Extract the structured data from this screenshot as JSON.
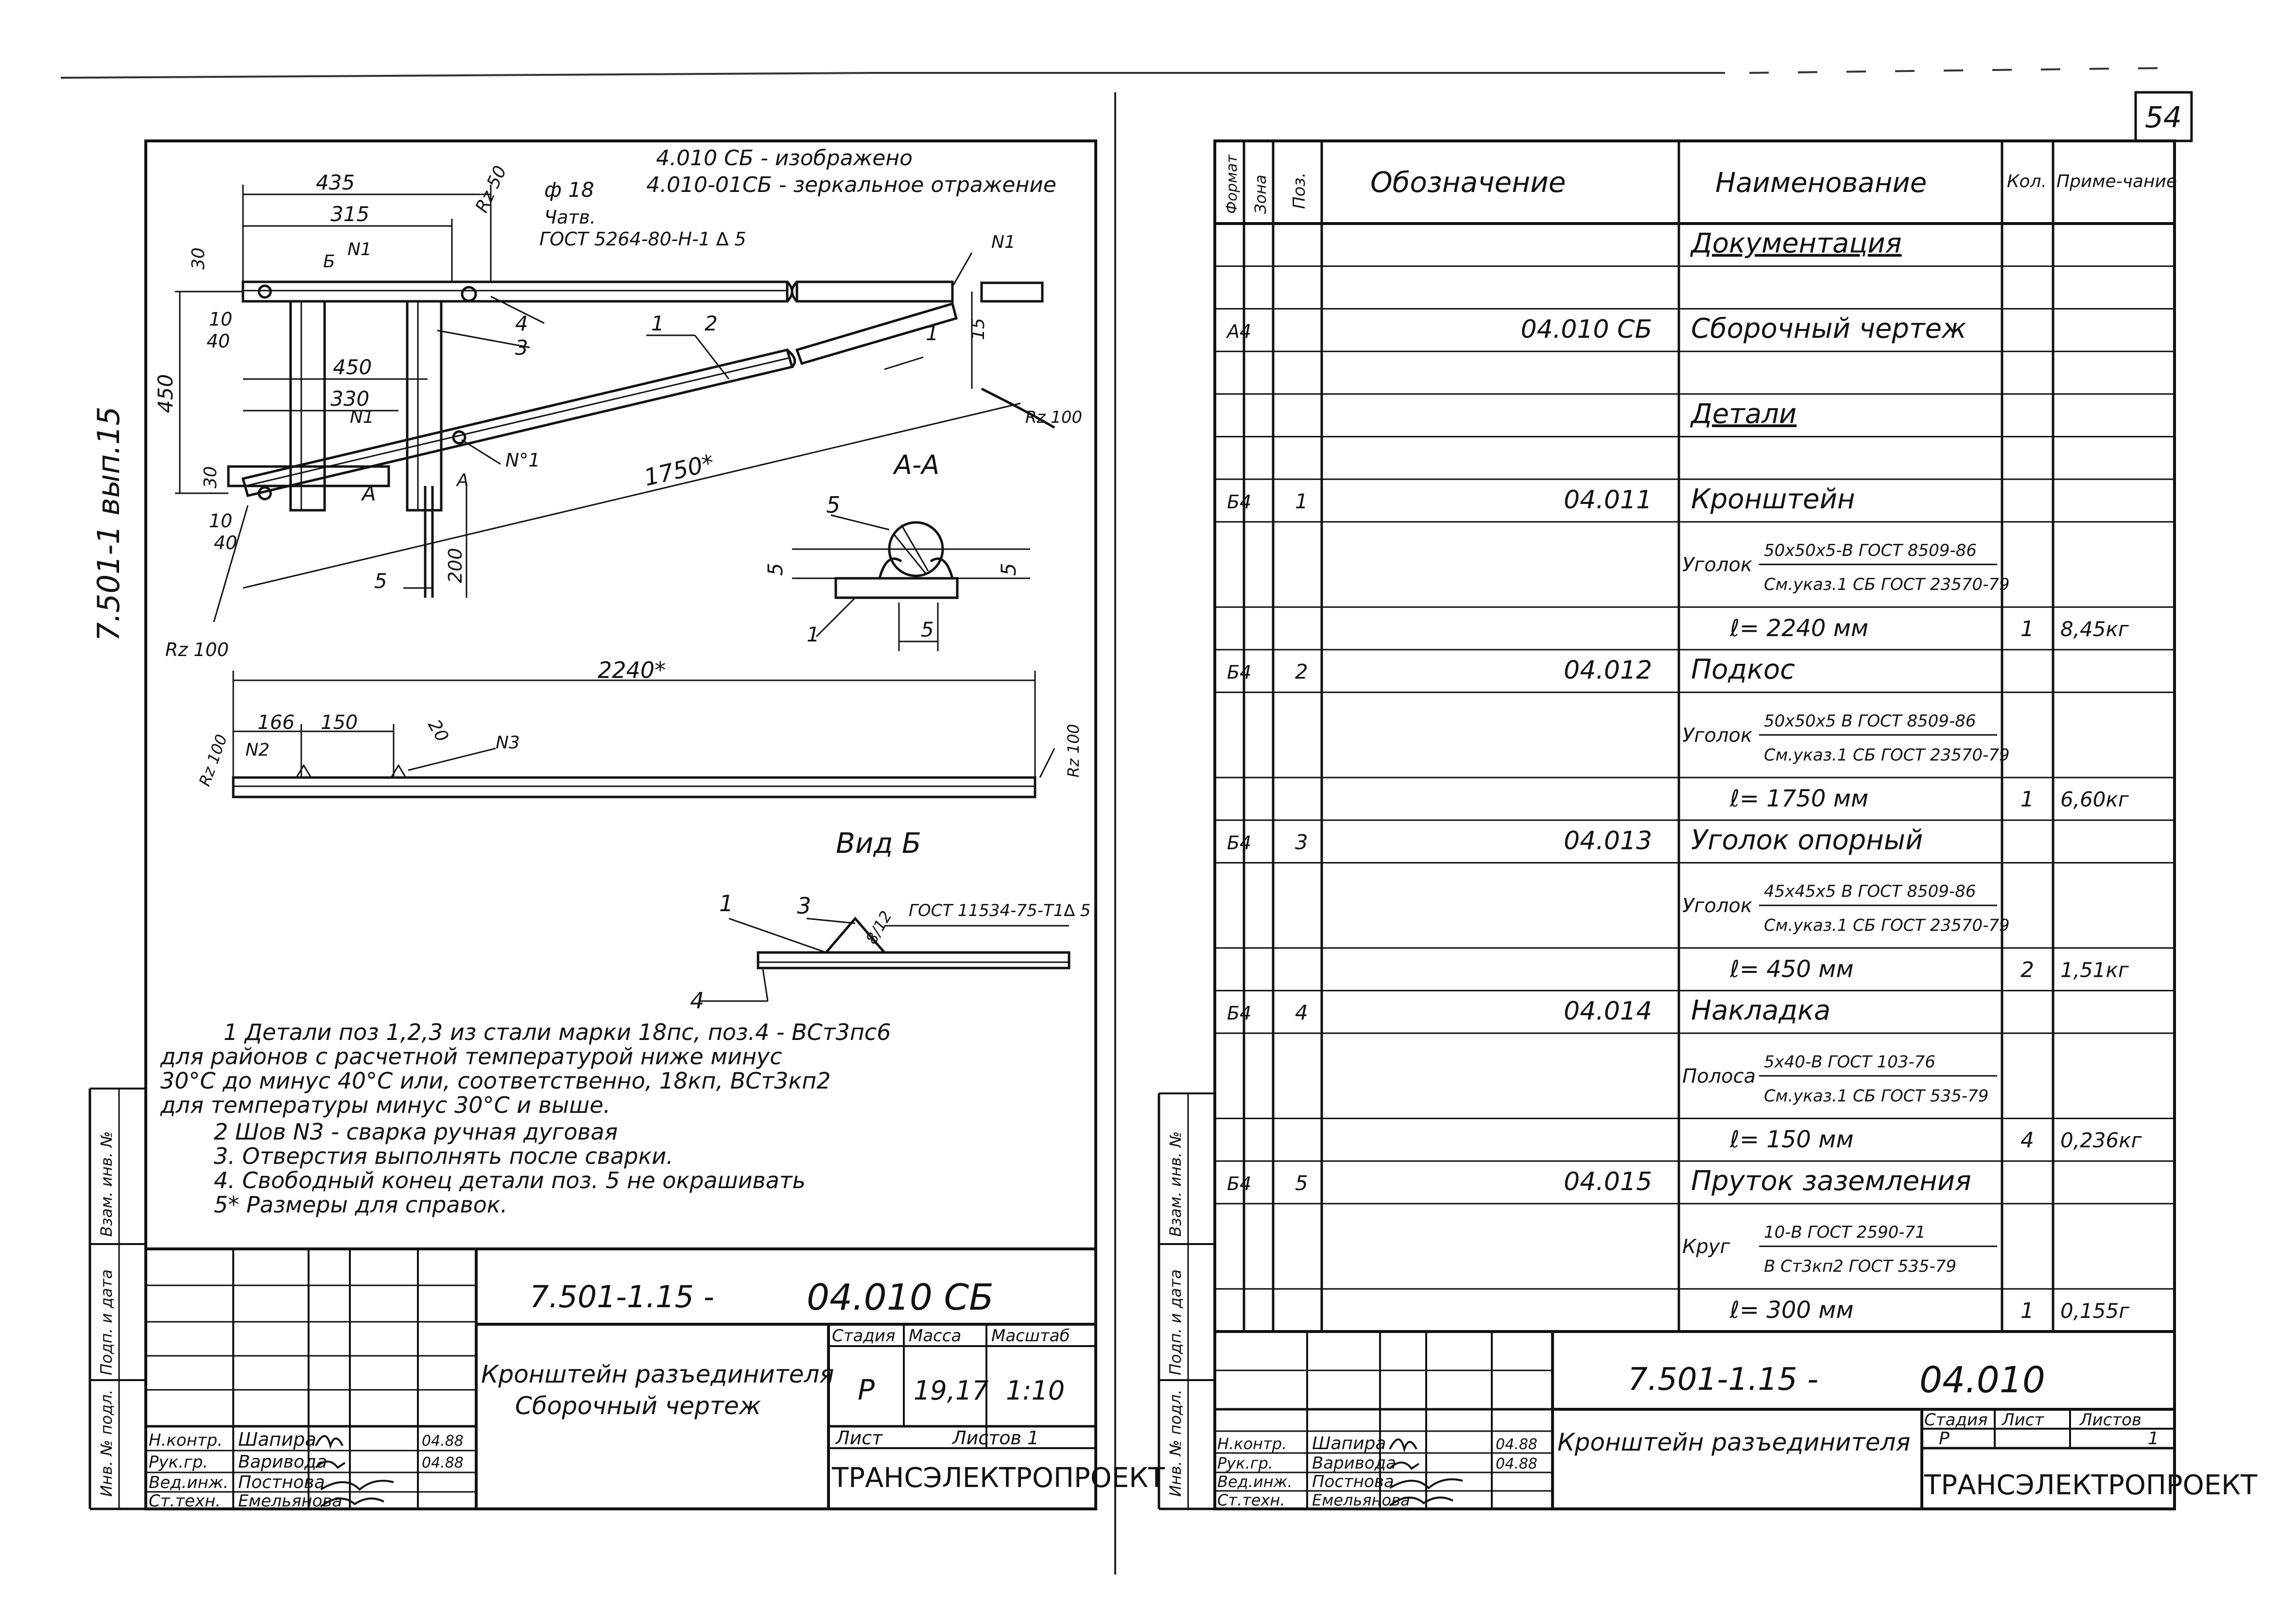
{
  "page_number": "54",
  "left_sheet": {
    "side_label": "7.501-1 вып.15",
    "notes_header": {
      "line1": "4.010 СБ - изображено",
      "line2": "4.010-01СБ - зеркальное отражение"
    },
    "drawing_labels": {
      "d435": "435",
      "d315": "315",
      "rz50": "Rz 50",
      "phi18": "ф 18",
      "chatv": "Чатв.",
      "gost_weld1": "ГОСТ 5264-80-Н-1 ∆ 5",
      "n1_a": "N1",
      "n1_b": "N1",
      "n1_c": "N1",
      "n1_d": "N°1",
      "pos1": "1",
      "pos2": "2",
      "pos3": "3",
      "pos4": "4",
      "pos5": "5",
      "b_mark": "Б",
      "a_mark1": "А",
      "a_mark2": "А",
      "d30": "30",
      "d10a": "10",
      "d40a": "40",
      "d450v": "450",
      "d450": "450",
      "d330": "330",
      "d30b": "30",
      "d10b": "10",
      "d40b": "40",
      "d1750": "1750*",
      "d200": "200",
      "rz100a": "Rz 100",
      "rz100b": "Rz 100",
      "d15": "15",
      "section_aa": "А-А",
      "sec_5a": "5",
      "sec_5b": "5",
      "sec_5c": "5",
      "sec_5d": "5",
      "sec_1": "1",
      "d2240": "2240*",
      "d166": "166",
      "d150": "150",
      "d20": "20",
      "n2": "N2",
      "n3": "N3",
      "rz100c": "Rz 100",
      "rz100d": "Rz 100",
      "view_b": "Вид Б",
      "vb_1": "1",
      "vb_3": "3",
      "vb_8": "8/12",
      "vb_gost": "ГОСТ 11534-75-Т1∆ 5",
      "vb_4": "4"
    },
    "notes": [
      "1 Детали поз 1,2,3 из стали марки 18пс, поз.4 - ВСт3пс6",
      "для районов с расчетной температурой ниже минус",
      "30°С до минус 40°С или, соответственно, 18кп, ВСт3кп2",
      "для температуры минус 30°С и выше.",
      "2 Шов N3 - сварка ручная дуговая",
      "3. Отверстия выполнять после сварки.",
      "4. Свободный конец детали поз. 5 не окрашивать",
      "5* Размеры для справок."
    ],
    "side_stamps": [
      "Инв. № подл.",
      "Подп. и дата",
      "Взам. инв. №"
    ],
    "title_block": {
      "designation": "7.501-1.15 -",
      "code": "04.010 СБ",
      "name_line1": "Кронштейн разъединителя",
      "name_line2": "Сборочный чертеж",
      "hdr_stage": "Стадия",
      "hdr_mass": "Масса",
      "hdr_scale": "Масштаб",
      "stage": "Р",
      "mass": "19,17",
      "scale": "1:10",
      "sheet": "Лист",
      "sheets": "Листов 1",
      "org": "ТРАНСЭЛЕКТРОПРОЕКТ",
      "people": [
        {
          "role": "Н.контр.",
          "name": "Шапира",
          "date": "04.88"
        },
        {
          "role": "Рук.гр.",
          "name": "Варивода",
          "date": "04.88"
        },
        {
          "role": "Вед.инж.",
          "name": "Постнова",
          "date": ""
        },
        {
          "role": "Ст.техн.",
          "name": "Емельянова",
          "date": ""
        }
      ]
    }
  },
  "right_sheet": {
    "spec_headers": {
      "format": "Формат",
      "zone": "Зона",
      "pos": "Поз.",
      "designation": "Обозначение",
      "name": "Наименование",
      "qty": "Кол.",
      "note": "Приме-чание"
    },
    "rows": [
      {
        "format": "",
        "pos": "",
        "designation": "",
        "name": "Документация",
        "qty": "",
        "note": "",
        "underline": true
      },
      {
        "format": "",
        "pos": "",
        "designation": "",
        "name": "",
        "qty": "",
        "note": ""
      },
      {
        "format": "А4",
        "pos": "",
        "designation": "04.010 СБ",
        "name": "Сборочный чертеж",
        "qty": "",
        "note": ""
      },
      {
        "format": "",
        "pos": "",
        "designation": "",
        "name": "",
        "qty": "",
        "note": ""
      },
      {
        "format": "",
        "pos": "",
        "designation": "",
        "name": "Детали",
        "qty": "",
        "note": "",
        "underline": true
      },
      {
        "format": "",
        "pos": "",
        "designation": "",
        "name": "",
        "qty": "",
        "note": ""
      },
      {
        "format": "Б4",
        "pos": "1",
        "designation": "04.011",
        "name": "Кронштейн",
        "qty": "",
        "note": ""
      },
      {
        "format": "",
        "pos": "",
        "designation": "",
        "name": "",
        "fraction": {
          "prefix": "Уголок",
          "top": "50x50x5-В ГОСТ 8509-86",
          "bottom": "См.указ.1 СБ ГОСТ 23570-79"
        },
        "qty": "",
        "note": "",
        "double": true
      },
      {
        "format": "",
        "pos": "",
        "designation": "",
        "name": "ℓ= 2240 мм",
        "qty": "1",
        "note": "8,45кг"
      },
      {
        "format": "Б4",
        "pos": "2",
        "designation": "04.012",
        "name": "Подкос",
        "qty": "",
        "note": ""
      },
      {
        "format": "",
        "pos": "",
        "designation": "",
        "name": "",
        "fraction": {
          "prefix": "Уголок",
          "top": "50x50x5 В ГОСТ 8509-86",
          "bottom": "См.указ.1 СБ ГОСТ 23570-79"
        },
        "qty": "",
        "note": "",
        "double": true
      },
      {
        "format": "",
        "pos": "",
        "designation": "",
        "name": "ℓ= 1750 мм",
        "qty": "1",
        "note": "6,60кг"
      },
      {
        "format": "Б4",
        "pos": "3",
        "designation": "04.013",
        "name": "Уголок опорный",
        "qty": "",
        "note": ""
      },
      {
        "format": "",
        "pos": "",
        "designation": "",
        "name": "",
        "fraction": {
          "prefix": "Уголок",
          "top": "45x45x5 В ГОСТ 8509-86",
          "bottom": "См.указ.1 СБ ГОСТ 23570-79"
        },
        "qty": "",
        "note": "",
        "double": true
      },
      {
        "format": "",
        "pos": "",
        "designation": "",
        "name": "ℓ= 450 мм",
        "qty": "2",
        "note": "1,51кг"
      },
      {
        "format": "Б4",
        "pos": "4",
        "designation": "04.014",
        "name": "Накладка",
        "qty": "",
        "note": ""
      },
      {
        "format": "",
        "pos": "",
        "designation": "",
        "name": "",
        "fraction": {
          "prefix": "Полоса",
          "top": "5x40-В ГОСТ 103-76",
          "bottom": "См.указ.1 СБ ГОСТ 535-79"
        },
        "qty": "",
        "note": "",
        "double": true
      },
      {
        "format": "",
        "pos": "",
        "designation": "",
        "name": "ℓ= 150 мм",
        "qty": "4",
        "note": "0,236кг"
      },
      {
        "format": "Б4",
        "pos": "5",
        "designation": "04.015",
        "name": "Пруток заземления",
        "qty": "",
        "note": ""
      },
      {
        "format": "",
        "pos": "",
        "designation": "",
        "name": "",
        "fraction": {
          "prefix": "Круг",
          "top": "10-В ГОСТ 2590-71",
          "bottom": "В Ст3кп2 ГОСТ 535-79"
        },
        "qty": "",
        "note": "",
        "double": true
      },
      {
        "format": "",
        "pos": "",
        "designation": "",
        "name": "ℓ= 300 мм",
        "qty": "1",
        "note": "0,155г"
      }
    ],
    "side_stamps": [
      "Инв. № подл.",
      "Подп. и дата",
      "Взам. инв. №"
    ],
    "title_block": {
      "designation": "7.501-1.15 -",
      "code": "04.010",
      "name": "Кронштейн разъединителя",
      "hdr_stage": "Стадия",
      "hdr_sheet": "Лист",
      "hdr_sheets": "Листов",
      "stage": "Р",
      "sheet": "",
      "sheets": "1",
      "org": "ТРАНСЭЛЕКТРОПРОЕКТ",
      "people": [
        {
          "role": "Н.контр.",
          "name": "Шапира",
          "date": "04.88"
        },
        {
          "role": "Рук.гр.",
          "name": "Варивода",
          "date": "04.88"
        },
        {
          "role": "Вед.инж.",
          "name": "Постнова",
          "date": ""
        },
        {
          "role": "Ст.техн.",
          "name": "Емельянова",
          "date": ""
        }
      ]
    }
  }
}
